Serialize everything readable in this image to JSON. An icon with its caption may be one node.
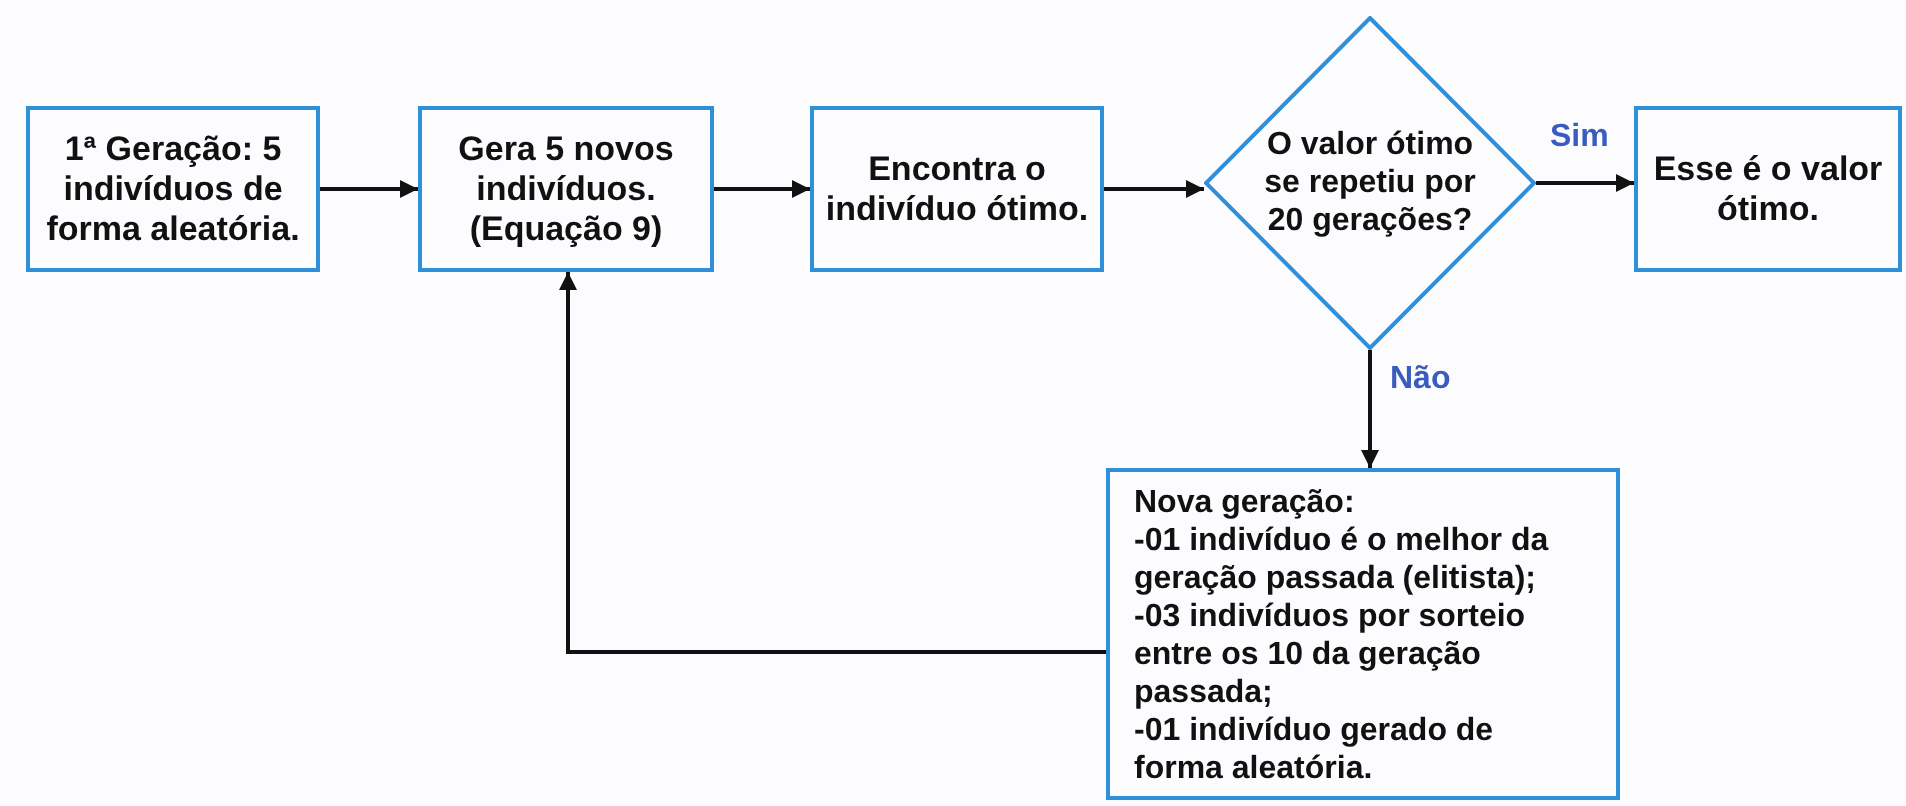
{
  "diagram": {
    "nodes": [
      {
        "text": [
          "1ª Geração: 5 indivíduos de forma aleatória."
        ]
      },
      {
        "text": [
          "Gera 5 novos indivíduos. (Equação 9)"
        ]
      },
      {
        "text": [
          "Encontra o indivíduo ótimo."
        ]
      },
      {
        "text": [
          "O valor ótimo se repetiu por 20 gerações?"
        ]
      },
      {
        "text": [
          "Esse é o valor ótimo."
        ]
      },
      {
        "text": [
          "Nova geração:",
          "-01 indivíduo é o melhor da geração passada (elitista);",
          "-03 indivíduos por sorteio entre os 10 da geração passada;",
          "-01 indivíduo gerado de forma aleatória."
        ]
      }
    ],
    "edges": [
      {
        "from": 0,
        "to": 1,
        "arrow": "to"
      },
      {
        "from": 1,
        "to": 2,
        "arrow": "to"
      },
      {
        "from": 2,
        "to": 3,
        "arrow": "to"
      },
      {
        "from": 3,
        "to": 4,
        "arrow": "to",
        "label": "Sim"
      },
      {
        "from": 3,
        "to": 5,
        "arrow": "to",
        "label": "Não"
      },
      {
        "from": 5,
        "to": 1,
        "arrow": "to"
      }
    ]
  }
}
